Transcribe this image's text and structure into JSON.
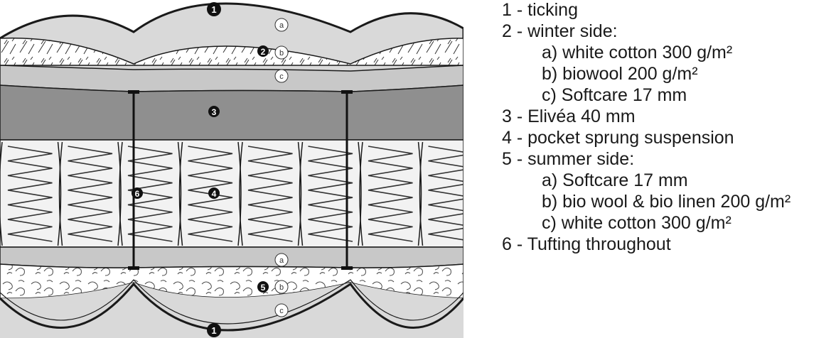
{
  "markers": {
    "ticking": "1",
    "winter_side": "2",
    "elivea": "3",
    "pocket_springs": "4",
    "summer_side": "5",
    "tufting": "6"
  },
  "sublabels": {
    "a": "a",
    "b": "b",
    "c": "c"
  },
  "legend": [
    {
      "text": "1 - ticking",
      "indent": false
    },
    {
      "text": "2 - winter side:",
      "indent": false
    },
    {
      "text": "a) white cotton 300 g/m²",
      "indent": true
    },
    {
      "text": "b) biowool 200 g/m²",
      "indent": true
    },
    {
      "text": "c) Softcare 17 mm",
      "indent": true
    },
    {
      "text": "3 - Elivéa 40 mm",
      "indent": false
    },
    {
      "text": "4 - pocket sprung suspension",
      "indent": false
    },
    {
      "text": "5 - summer side:",
      "indent": false
    },
    {
      "text": "a) Softcare 17 mm",
      "indent": true
    },
    {
      "text": "b) bio wool & bio linen 200 g/m²",
      "indent": true
    },
    {
      "text": "c) white cotton 300 g/m²",
      "indent": true
    },
    {
      "text": "6 - Tufting throughout",
      "indent": false
    }
  ],
  "colors": {
    "ticking_fill": "#d9d9d9",
    "outline": "#1a1a1a",
    "elivea_fill": "#8f8f8f",
    "softcare_fill": "#c8c8c8",
    "spring_bg": "#f2f2f2"
  }
}
